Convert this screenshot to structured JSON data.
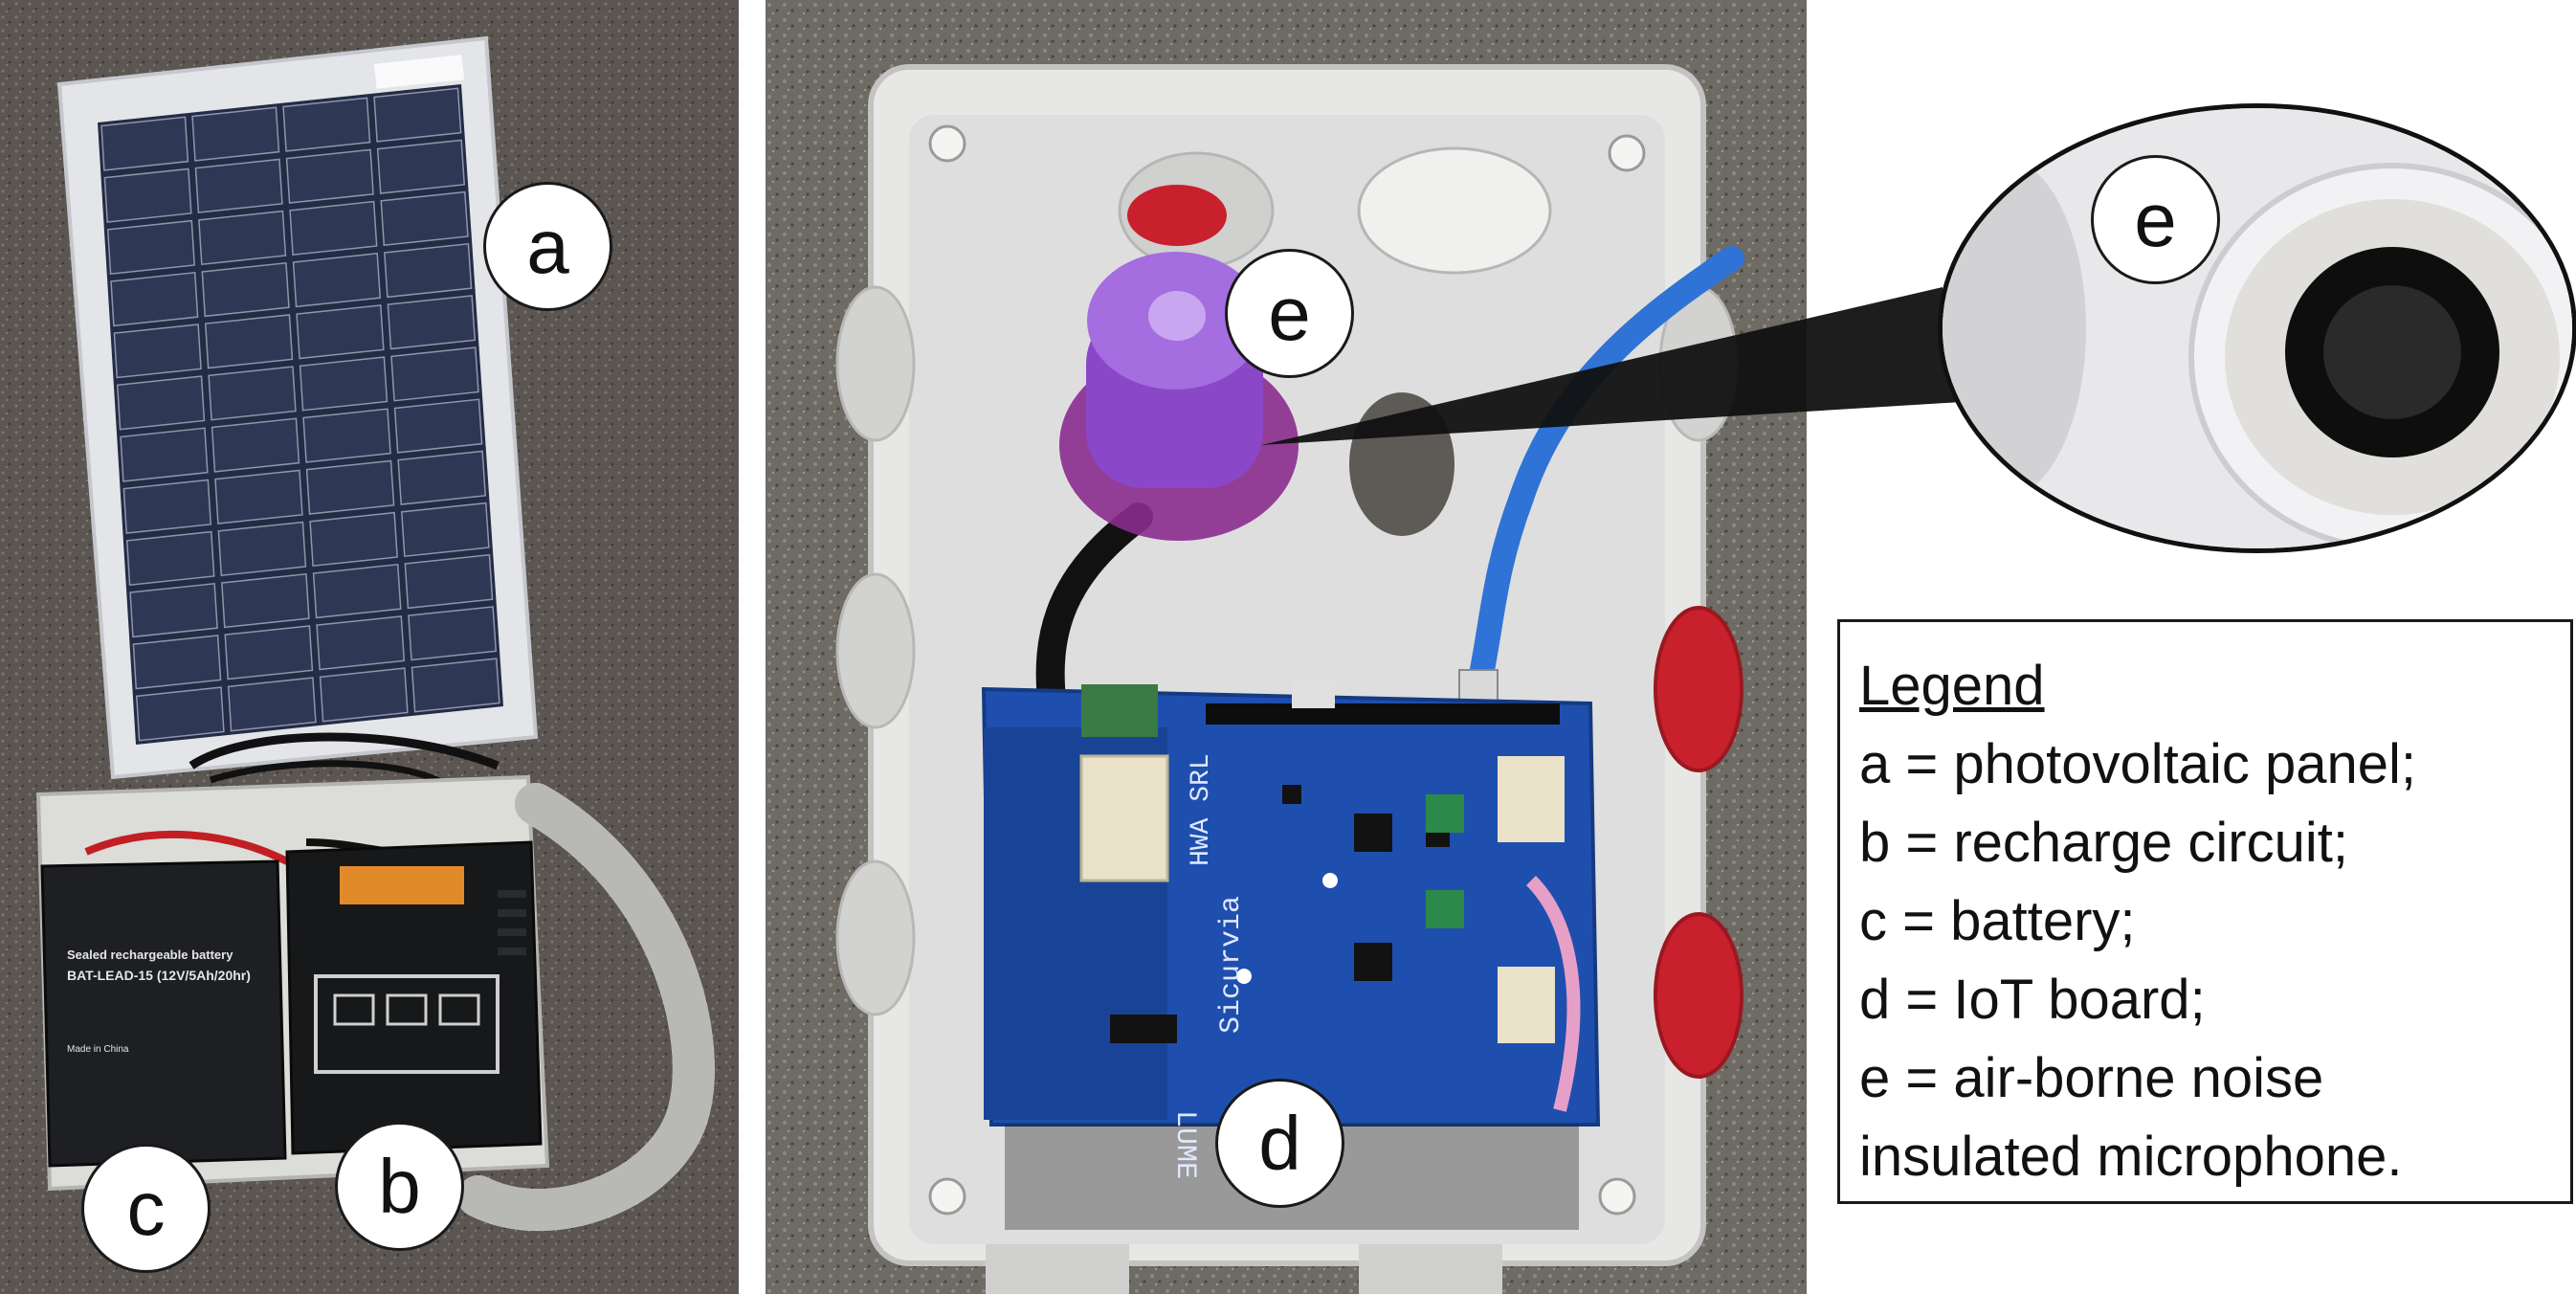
{
  "callouts": {
    "a": "a",
    "b": "b",
    "c": "c",
    "d": "d",
    "e_main": "e",
    "e_zoom": "e"
  },
  "battery_label": {
    "brand": "Sealed rechargeable battery",
    "model": "BAT-LEAD-15 (12V/5Ah/20hr)",
    "made_in": "Made in China"
  },
  "board_labels": {
    "company": "HWA SRL",
    "product_1": "Sicurvia",
    "product_2": "LUME"
  },
  "legend": {
    "title": "Legend",
    "items": [
      "a = photovoltaic panel;",
      "b = recharge circuit;",
      "c = battery;",
      "d = IoT board;",
      "e  = air-borne noise",
      "insulated microphone."
    ]
  },
  "colors": {
    "asphalt": "#5a5450",
    "panel_cell": "#27304a",
    "panel_frame": "#e4e6ea",
    "enclosure": "#e6e6e4",
    "pcb_blue": "#1f4fae",
    "cable_blue": "#2f73d6",
    "mic_purple": "#8a48c8",
    "red_plug": "#c8202c"
  }
}
